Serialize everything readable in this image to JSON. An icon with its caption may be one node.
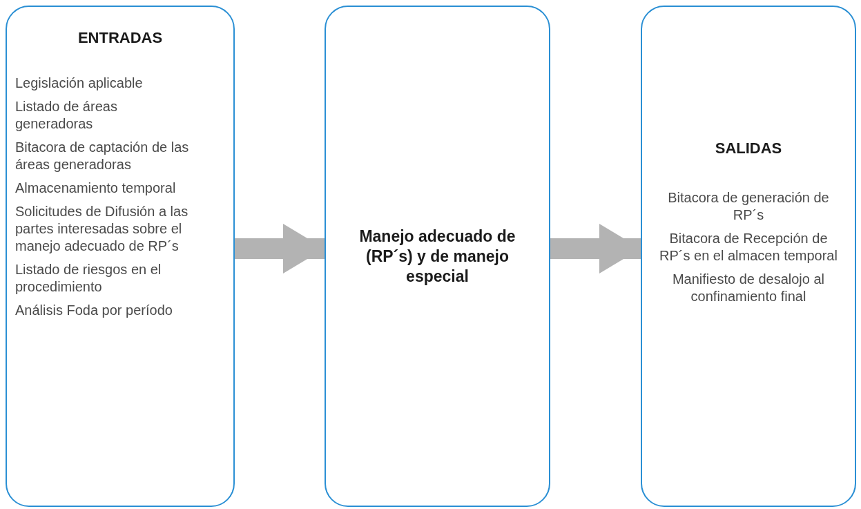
{
  "diagram": {
    "nodes": [
      {
        "text": [
          "ENTRADAS",
          "Legislación aplicable",
          "Listado de áreas generadoras",
          "Bitacora de captación de las áreas generadoras",
          "Almacenamiento temporal",
          "Solicitudes de Difusión a las partes interesadas sobre el manejo adecuado de RP´s",
          "Listado de riesgos en el procedimiento",
          "Análisis Foda por período"
        ]
      },
      {
        "text": [
          "Manejo adecuado de (RP´s) y de manejo especial"
        ]
      },
      {
        "text": [
          "SALIDAS",
          "Bitacora de generación de RP´s",
          "Bitacora de Recepción de RP´s en el almacen temporal",
          "Manifiesto de desalojo al confinamiento final"
        ]
      }
    ],
    "edges": [
      {
        "from": 0,
        "to": 1,
        "arrow": "to"
      },
      {
        "from": 1,
        "to": 2,
        "arrow": "to"
      }
    ]
  }
}
